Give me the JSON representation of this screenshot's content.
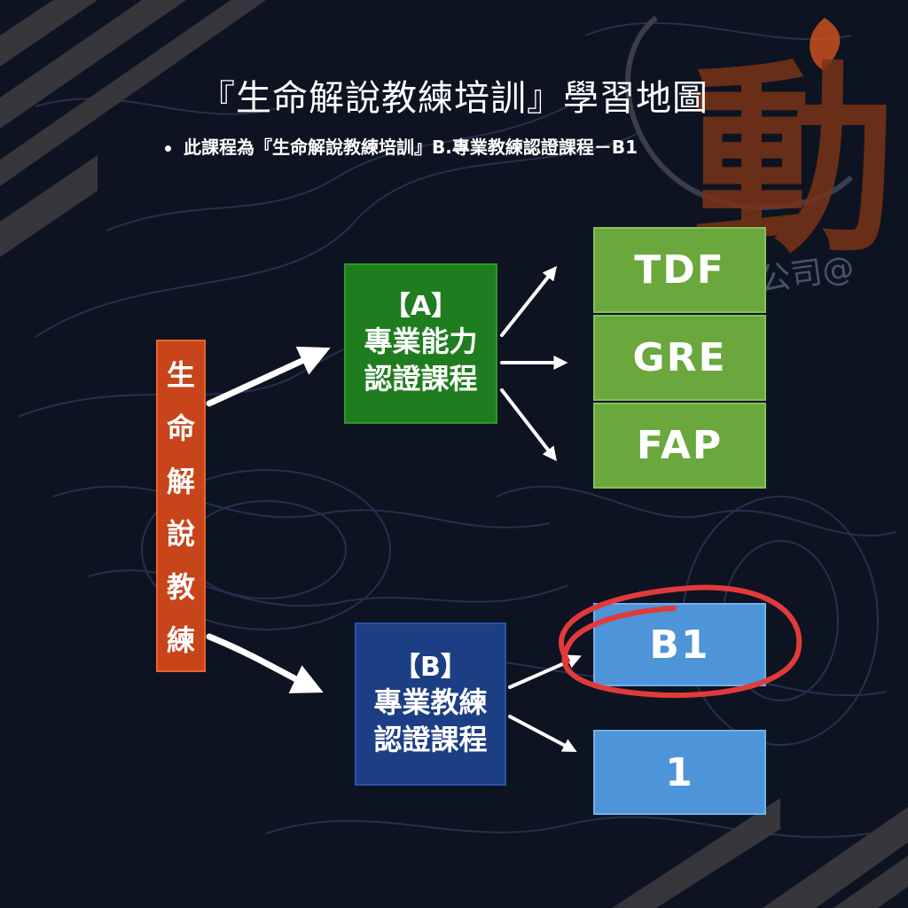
{
  "title": "『生命解說教練培訓』學習地圖",
  "subtitle": "此課程為『生命解說教練培訓』B.專業教練認證課程－B1",
  "root": {
    "chars": [
      "生",
      "命",
      "解",
      "說",
      "教",
      "練"
    ]
  },
  "category_a": {
    "label": "【A】",
    "line1": "專業能力",
    "line2": "認證課程"
  },
  "category_b": {
    "label": "【B】",
    "line1": "專業教練",
    "line2": "認證課程"
  },
  "courses_a": [
    "TDF",
    "GRE",
    "FAP"
  ],
  "courses_b": [
    "B1",
    "1"
  ],
  "highlight": "B1",
  "watermark": {
    "logo_char": "動",
    "text": "公司@"
  },
  "colors": {
    "background": "#0e1322",
    "root": "#c8441a",
    "cat_a": "#1f7d1f",
    "cat_b": "#1c3e85",
    "course_a": "#6aa73d",
    "course_b": "#4d94d8",
    "highlight_ring": "#e23a3a"
  }
}
